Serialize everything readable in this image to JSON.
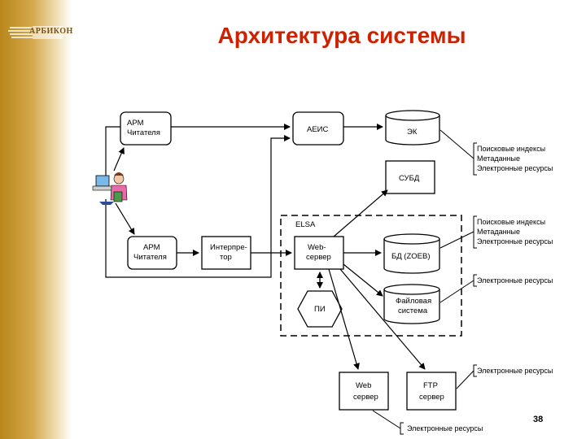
{
  "slide": {
    "title": "Архитектура системы",
    "page_number": "38",
    "logo": "АРБИКОН"
  },
  "nodes": {
    "arm_reader_top": [
      "АРМ",
      "Читателя"
    ],
    "aeis": "АЕИС",
    "ek": "ЭК",
    "subd": "СУБД",
    "elsa": "ELSA",
    "arm_reader_bottom": [
      "АРМ",
      "Читателя"
    ],
    "interpreter": [
      "Интерпре-",
      "тор"
    ],
    "web_server_inner": [
      "Web-",
      "сервер"
    ],
    "bd_zoeb": "БД (ZOEB)",
    "pi": "ПИ",
    "file_system": [
      "Файловая",
      "система"
    ],
    "web_server_bottom": [
      "Web",
      "сервер"
    ],
    "ftp_server": [
      "FTP",
      "сервер"
    ]
  },
  "annotations": {
    "ek_note": [
      "Поисковые индексы",
      "Метаданные",
      "Электронные ресурсы"
    ],
    "bd_note": [
      "Поисковые индексы",
      "Метаданные",
      "Электронные ресурсы"
    ],
    "fs_note": "Электронные ресурсы",
    "web_note": "Электронные ресурсы",
    "ftp_note": "Электронные ресурсы"
  },
  "colors": {
    "title": "#cc2200",
    "sidebar": "#c99a33",
    "line": "#000000"
  },
  "icons": {
    "user": "user-at-computer-icon",
    "logo": "arbicon-logo-icon"
  }
}
